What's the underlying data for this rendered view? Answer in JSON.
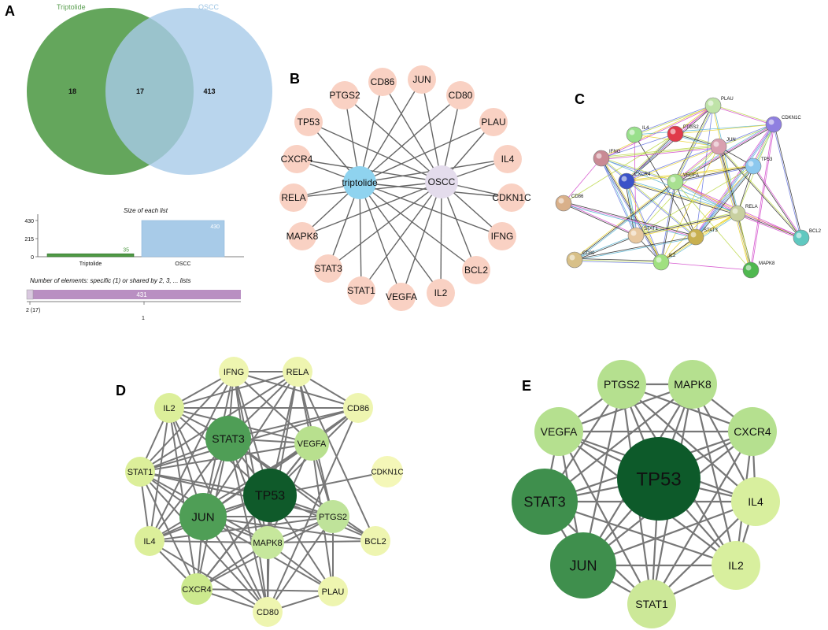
{
  "panels": {
    "A": {
      "label": "A",
      "venn": {
        "set1_name": "Triptolide",
        "set2_name": "OSCC",
        "only1": "18",
        "both": "17",
        "only2": "413",
        "set1_color": "#4f9a45",
        "set2_color": "#a8cbe8"
      },
      "barplot": {
        "title": "Size of each list",
        "yticks": [
          "430",
          "215",
          "0"
        ],
        "bars": [
          {
            "name": "Triptolide",
            "value": 35,
            "label": "35",
            "color": "#4f9a45"
          },
          {
            "name": "OSCC",
            "value": 430,
            "label": "430",
            "color": "#a8cbe8"
          }
        ]
      },
      "elements": {
        "title": "Number of elements: specific (1) or shared by 2, 3, ... lists",
        "bar_label": "431",
        "tick1": "2 (17)",
        "tick2": "1",
        "color": "#b98fc2"
      }
    },
    "B": {
      "label": "B",
      "hubs": [
        "triptolide",
        "OSCC"
      ],
      "hub_colors": [
        "#8fd3ef",
        "#e4dcec"
      ],
      "node_color": "#f9d1c3",
      "nodes": [
        "CD86",
        "JUN",
        "CD80",
        "PLAU",
        "IL4",
        "CDKN1C",
        "IFNG",
        "BCL2",
        "IL2",
        "VEGFA",
        "STAT1",
        "STAT3",
        "MAPK8",
        "RELA",
        "CXCR4",
        "TP53",
        "PTGS2"
      ]
    },
    "C": {
      "label": "C",
      "nodes": [
        "PLAU",
        "CDKN1C",
        "IL4",
        "PTGS2",
        "JUN",
        "IFNG",
        "CXCR4",
        "VEGFA",
        "TP53",
        "CD86",
        "RELA",
        "STAT1",
        "STAT3",
        "BCL2",
        "CD80",
        "IL2",
        "MAPK8"
      ]
    },
    "D": {
      "label": "D",
      "nodes": [
        "IFNG",
        "RELA",
        "IL2",
        "CD86",
        "STAT3",
        "VEGFA",
        "STAT1",
        "CDKN1C",
        "TP53",
        "JUN",
        "PTGS2",
        "IL4",
        "BCL2",
        "MAPK8",
        "CXCR4",
        "PLAU",
        "CD80"
      ]
    },
    "E": {
      "label": "E",
      "nodes": [
        "PTGS2",
        "MAPK8",
        "VEGFA",
        "CXCR4",
        "TP53",
        "STAT3",
        "IL4",
        "JUN",
        "IL2",
        "STAT1"
      ]
    }
  },
  "chart_data": [
    {
      "type": "bar",
      "title": "Size of each list",
      "categories": [
        "Triptolide",
        "OSCC"
      ],
      "values": [
        35,
        430
      ],
      "ylim": [
        0,
        430
      ]
    }
  ]
}
